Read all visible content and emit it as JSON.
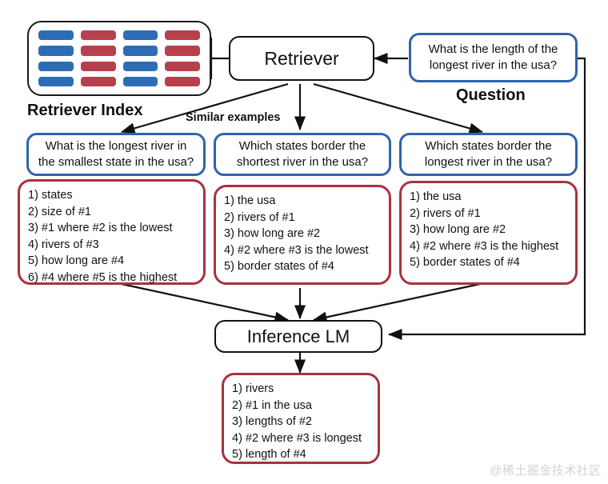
{
  "diagram": {
    "title": "Retrieval-augmented question decomposition pipeline",
    "colors": {
      "blue_border": "#2f63ad",
      "blue_cell": "#2e6db4",
      "red_border": "#a8323f",
      "red_cell": "#b8404c",
      "black_border": "#111111",
      "background": "#ffffff",
      "watermark": "#d3d3d3"
    }
  },
  "retriever_index": {
    "caption": "Retriever Index",
    "rows": 4,
    "cols": 4,
    "cell_colors": [
      [
        "#2e6db4",
        "#b8404c",
        "#2e6db4",
        "#b8404c"
      ],
      [
        "#2e6db4",
        "#b8404c",
        "#2e6db4",
        "#b8404c"
      ],
      [
        "#2e6db4",
        "#b8404c",
        "#2e6db4",
        "#b8404c"
      ],
      [
        "#2e6db4",
        "#b8404c",
        "#2e6db4",
        "#b8404c"
      ]
    ]
  },
  "retriever": {
    "label": "Retriever"
  },
  "question": {
    "caption": "Question",
    "lines": [
      "What is the length of the",
      "longest river in the usa?"
    ]
  },
  "similar_examples": {
    "caption": "Similar examples"
  },
  "examples": [
    {
      "question_lines": [
        "What is the longest river in",
        "the smallest state in the usa?"
      ],
      "decomposition": [
        "1) states",
        "2) size of #1",
        "3) #1 where #2 is the lowest",
        "4) rivers of #3",
        "5) how long are #4",
        "6) #4 where #5 is the highest"
      ]
    },
    {
      "question_lines": [
        "Which states border the",
        "shortest river in the usa?"
      ],
      "decomposition": [
        "1) the usa",
        "2) rivers of #1",
        "3) how long are #2",
        "4) #2 where #3 is the lowest",
        "5) border states of #4"
      ]
    },
    {
      "question_lines": [
        "Which states border the",
        "longest river in the usa?"
      ],
      "decomposition": [
        "1) the usa",
        "2) rivers of #1",
        "3) how long are #2",
        "4) #2 where #3 is the highest",
        "5) border states of #4"
      ]
    }
  ],
  "inference_lm": {
    "label": "Inference LM"
  },
  "output": {
    "decomposition": [
      "1) rivers",
      "2) #1 in the usa",
      "3) lengths of #2",
      "4) #2 where #3 is longest",
      "5) length of #4"
    ]
  },
  "watermark": {
    "text": "@稀土掘金技术社区"
  }
}
